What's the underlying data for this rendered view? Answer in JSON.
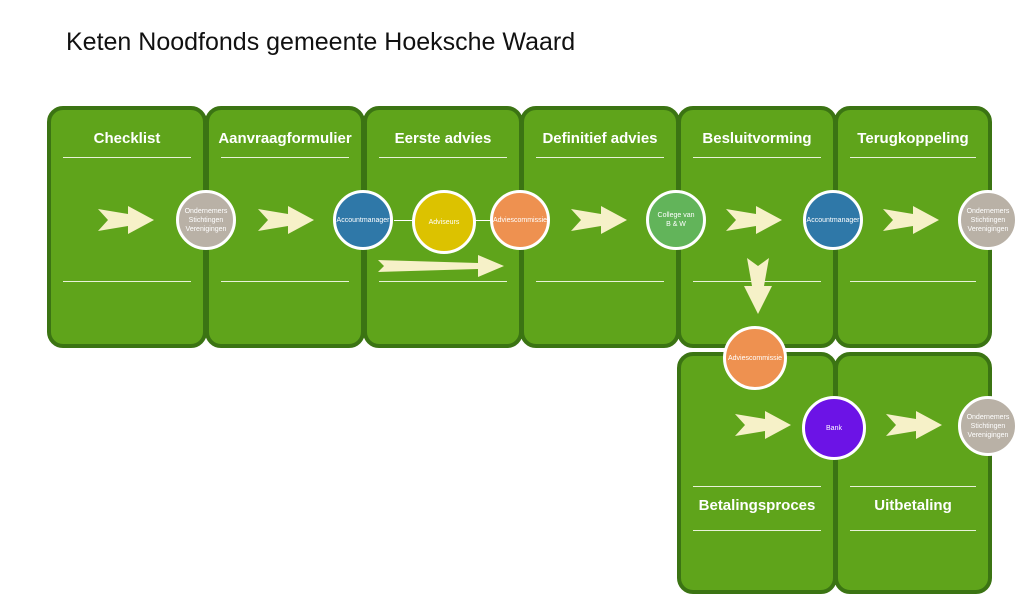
{
  "title": "Keten Noodfonds gemeente Hoeksche Waard",
  "colors": {
    "panel_fill": "#5fa41b",
    "panel_border": "#3b7413",
    "arrow": "#f6f1c8",
    "gray": "#b9b1a6",
    "blue": "#2f78a8",
    "yellow": "#dcc200",
    "orange": "#ee9150",
    "green": "#62b45a",
    "purple": "#6c13e6"
  },
  "stages": {
    "checklist": "Checklist",
    "aanvraagformulier": "Aanvraagformulier",
    "eerste_advies": "Eerste advies",
    "definitief_advies": "Definitief advies",
    "besluitvorming": "Besluitvorming",
    "terugkoppeling": "Terugkoppeling",
    "betalingsproces": "Betalingsproces",
    "uitbetaling": "Uitbetaling"
  },
  "nodes": {
    "ondernemers_1": [
      "Ondernemers",
      "Stichtingen",
      "Verenigingen"
    ],
    "accountmanager_1": [
      "Accountmanager"
    ],
    "adviseurs": [
      "Adviseurs"
    ],
    "adviescommissie_1": [
      "Adviescommissie"
    ],
    "college": [
      "College van",
      "B & W"
    ],
    "accountmanager_2": [
      "Accountmanager"
    ],
    "ondernemers_2": [
      "Ondernemers",
      "Stichtingen",
      "Verenigingen"
    ],
    "adviescommissie_2": [
      "Adviescommissie"
    ],
    "bank": [
      "Bank"
    ],
    "ondernemers_3": [
      "Ondernemers",
      "Stichtingen",
      "Verenigingen"
    ]
  }
}
